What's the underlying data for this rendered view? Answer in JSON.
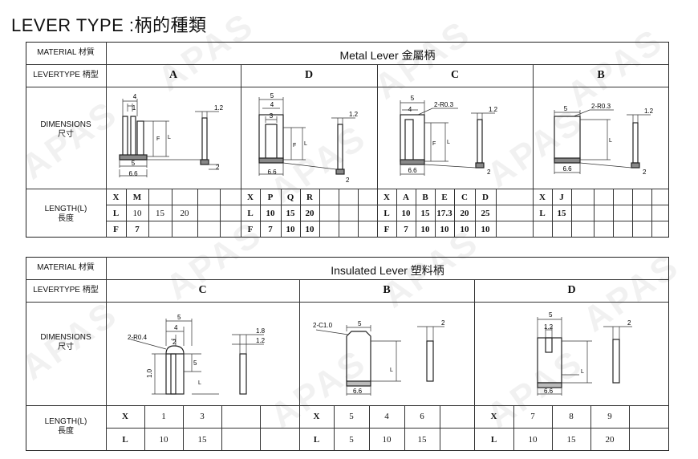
{
  "page": {
    "title": "LEVER TYPE :柄的種類",
    "watermark": "APAS"
  },
  "metal": {
    "material_label": "MATERIAL 材質",
    "material_value": "Metal Lever 金屬柄",
    "levertype_label": "LEVERTYPE 柄型",
    "dimensions_label": "DIMENSIONS",
    "dimensions_cn": "尺寸",
    "length_label": "LENGTH(L)",
    "length_cn": "長度",
    "types": [
      {
        "name": "A",
        "rows": [
          [
            "X",
            "M",
            "",
            "",
            "",
            ""
          ],
          [
            "L",
            "10",
            "15",
            "20",
            "",
            ""
          ],
          [
            "F",
            "7",
            "",
            "",
            "",
            ""
          ]
        ]
      },
      {
        "name": "D",
        "rows": [
          [
            "X",
            "P",
            "Q",
            "R",
            "",
            ""
          ],
          [
            "L",
            "10",
            "15",
            "20",
            "",
            ""
          ],
          [
            "F",
            "7",
            "10",
            "10",
            "",
            ""
          ]
        ]
      },
      {
        "name": "C",
        "rows": [
          [
            "X",
            "A",
            "B",
            "E",
            "C",
            "D"
          ],
          [
            "L",
            "10",
            "15",
            "17.3",
            "20",
            "25"
          ],
          [
            "F",
            "7",
            "10",
            "10",
            "10",
            "10"
          ]
        ]
      },
      {
        "name": "B",
        "rows": [
          [
            "X",
            "J",
            "",
            "",
            "",
            ""
          ],
          [
            "L",
            "15",
            "",
            "",
            "",
            ""
          ],
          [
            "",
            "",
            "",
            "",
            "",
            ""
          ]
        ]
      }
    ],
    "dims": {
      "A": {
        "d1": "4",
        "d2": "1",
        "d3": "5",
        "d4": "6.6",
        "d5": "1.2",
        "d6": "2",
        "F": "F",
        "L": "L"
      },
      "D": {
        "d1": "5",
        "d2": "4",
        "d3": "3",
        "d4": "6.6",
        "d5": "1.2",
        "d6": "2",
        "F": "F",
        "L": "L"
      },
      "C": {
        "d1": "5",
        "d2": "4",
        "r": "2-R0.3",
        "d4": "6.6",
        "d5": "1.2",
        "d6": "2",
        "F": "F",
        "L": "L"
      },
      "B": {
        "d1": "5",
        "r": "2-R0.3",
        "d4": "6.6",
        "d5": "1.2",
        "d6": "2",
        "L": "L"
      }
    }
  },
  "insulated": {
    "material_label": "MATERIAL 材質",
    "material_value": "Insulated Lever 塑料柄",
    "levertype_label": "LEVERTYPE 柄型",
    "dimensions_label": "DIMENSIONS",
    "dimensions_cn": "尺寸",
    "length_label": "LENGTH(L)",
    "length_cn": "長度",
    "types": [
      {
        "name": "C",
        "rows": [
          [
            "X",
            "1",
            "3",
            "",
            ""
          ],
          [
            "L",
            "10",
            "15",
            "",
            ""
          ]
        ]
      },
      {
        "name": "B",
        "rows": [
          [
            "X",
            "5",
            "4",
            "6"
          ],
          [
            "L",
            "5",
            "10",
            "15"
          ]
        ]
      },
      {
        "name": "D",
        "rows": [
          [
            "X",
            "7",
            "8",
            "9",
            ""
          ],
          [
            "L",
            "10",
            "15",
            "20",
            ""
          ]
        ]
      }
    ],
    "dims": {
      "C": {
        "d1": "5",
        "d2": "4",
        "d3": "2",
        "r": "2-R0.4",
        "h": "1.0",
        "L": "L",
        "d5": "1.8",
        "d6": "1.2",
        "w": "5"
      },
      "B": {
        "r": "2-C1.0",
        "d1": "5",
        "d4": "6.6",
        "d5": "2",
        "L": "L"
      },
      "D": {
        "d1": "5",
        "d2": "1.2",
        "d4": "6.6",
        "d5": "2",
        "L": "L"
      }
    }
  }
}
